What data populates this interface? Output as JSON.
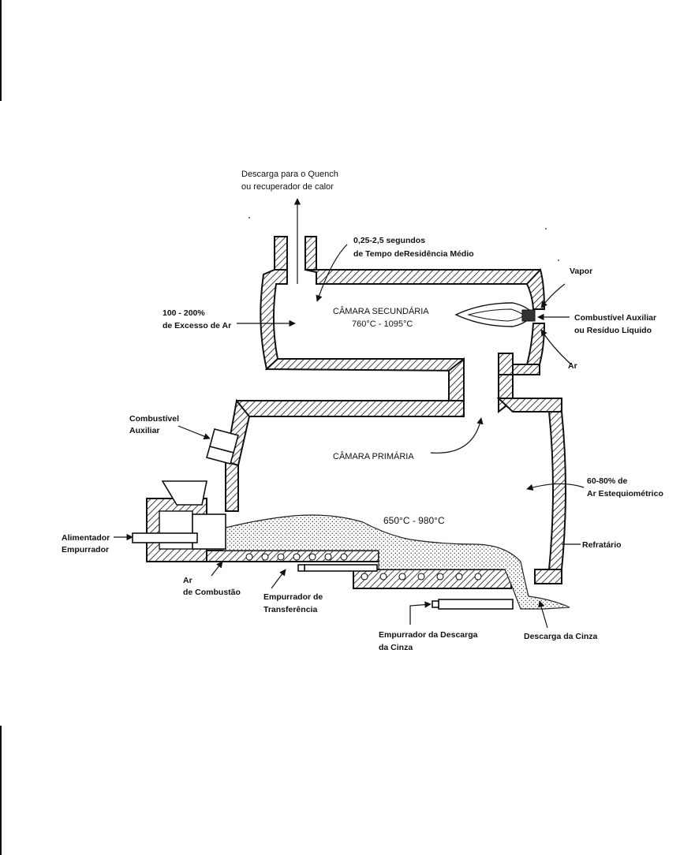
{
  "labels": {
    "discharge": [
      "Descarga para o Quench",
      "ou recuperador de calor"
    ],
    "residence": [
      "0,25-2,5 segundos",
      "de Tempo deResidência Médio"
    ],
    "vapor": "Vapor",
    "excess_air": [
      "100 - 200%",
      "de Excesso de Ar"
    ],
    "secondary_chamber": [
      "CÂMARA SECUNDÁRIA",
      "760°C - 1095°C"
    ],
    "aux_fuel_liquid": [
      "Combustível Auxiliar",
      "ou Resíduo Líquido"
    ],
    "ar_right": "Ar",
    "aux_fuel_left": [
      "Combustível",
      "Auxiliar"
    ],
    "primary_chamber": "CÂMARA PRIMÁRIA",
    "stoich_air": [
      "60-80% de",
      "Ar Estequiométrico"
    ],
    "primary_temp": "650°C - 980°C",
    "feeder": [
      "Alimentador",
      "Empurrador"
    ],
    "refractory": "Refratário",
    "combustion_air": [
      "Ar",
      "de Combustão"
    ],
    "transfer_pusher": [
      "Empurrador de",
      "Transferência"
    ],
    "ash_pusher": [
      "Empurrador da Descarga",
      "da Cinza"
    ],
    "ash_discharge": "Descarga da Cinza"
  }
}
